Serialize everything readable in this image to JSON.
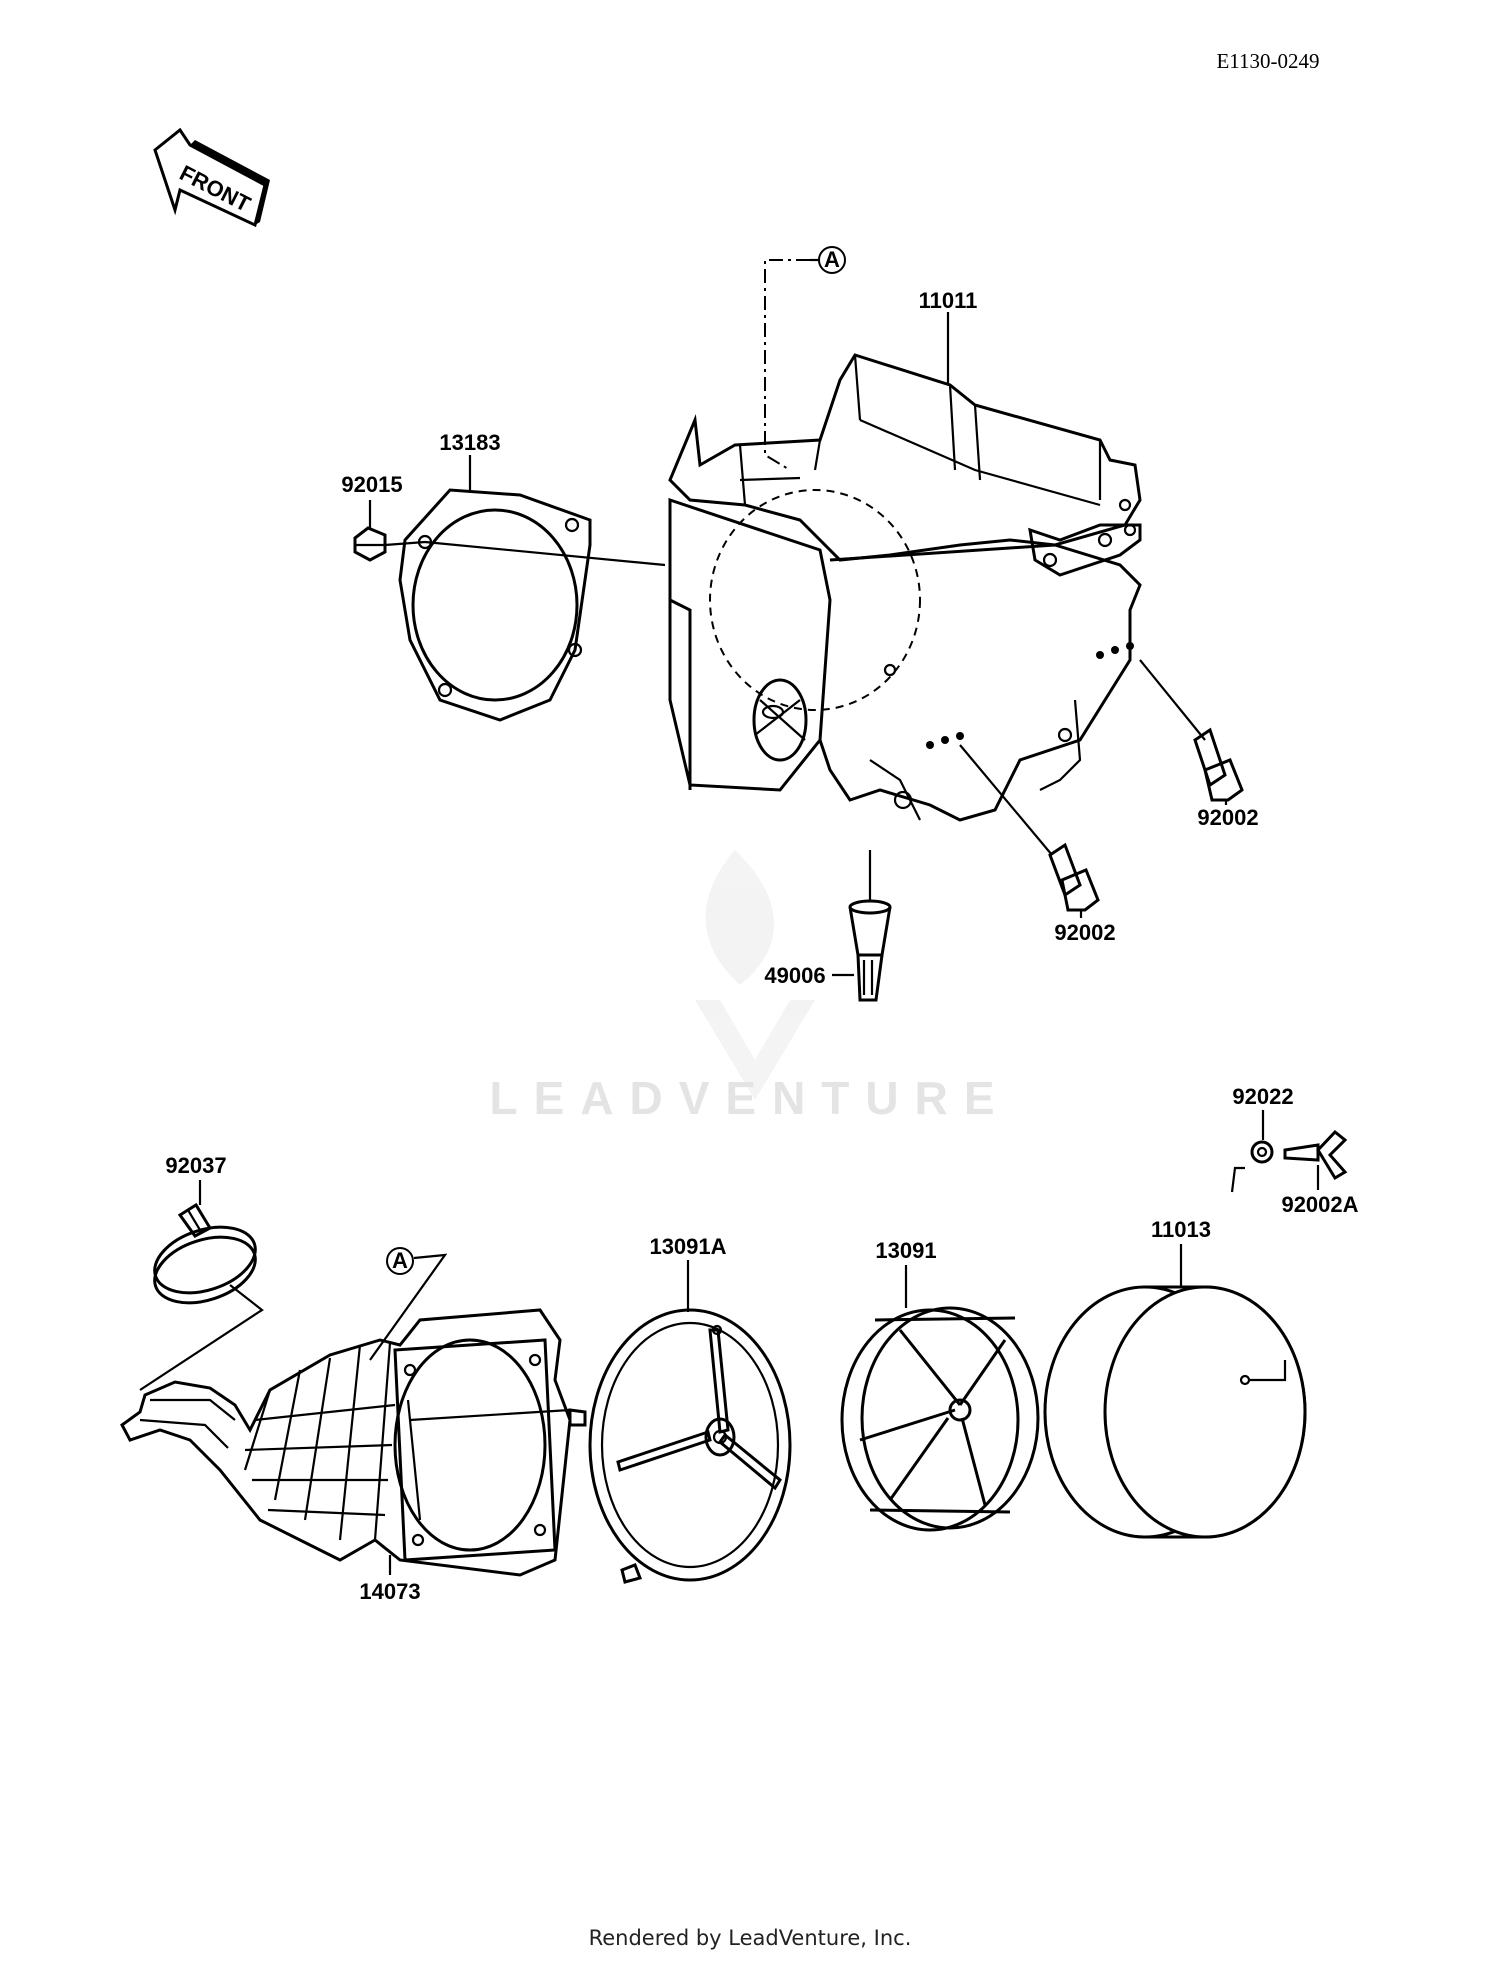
{
  "diagram_code": "E1130-0249",
  "front_label": "FRONT",
  "ref_marker": "A",
  "watermark": "LEADVENTURE",
  "footer": "Rendered by LeadVenture, Inc.",
  "parts": {
    "p11011": "11011",
    "p13183": "13183",
    "p92015": "92015",
    "p92002_right": "92002",
    "p92002_lower": "92002",
    "p49006": "49006",
    "p92022": "92022",
    "p92002A": "92002A",
    "p92037": "92037",
    "p13091A": "13091A",
    "p13091": "13091",
    "p11013": "11013",
    "p14073": "14073"
  }
}
